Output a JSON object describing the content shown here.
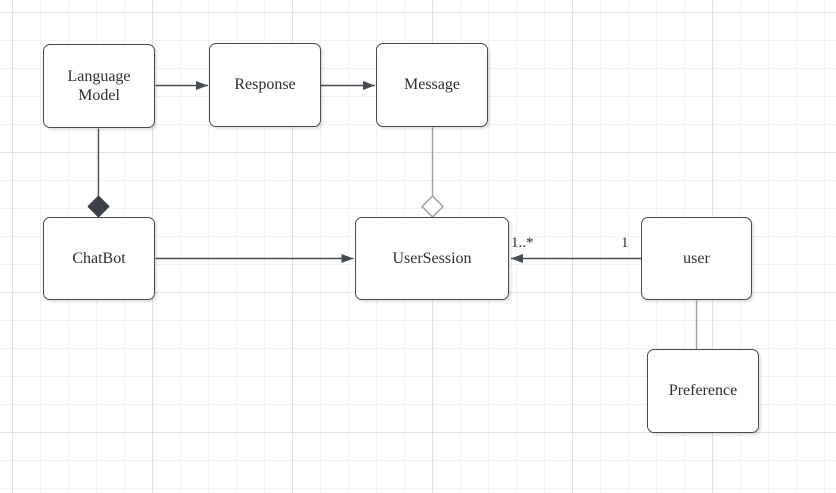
{
  "diagram": {
    "nodes": [
      {
        "id": "language-model",
        "label": "Language Model"
      },
      {
        "id": "response",
        "label": "Response"
      },
      {
        "id": "message",
        "label": "Message"
      },
      {
        "id": "chatbot",
        "label": "ChatBot"
      },
      {
        "id": "user-session",
        "label": "UserSession"
      },
      {
        "id": "user",
        "label": "user"
      },
      {
        "id": "preference",
        "label": "Preference"
      }
    ],
    "edges": [
      {
        "from": "language-model",
        "to": "response",
        "type": "arrow"
      },
      {
        "from": "response",
        "to": "message",
        "type": "arrow"
      },
      {
        "from": "language-model",
        "to": "chatbot",
        "type": "composition-filled-diamond"
      },
      {
        "from": "message",
        "to": "user-session",
        "type": "aggregation-hollow-diamond"
      },
      {
        "from": "chatbot",
        "to": "user-session",
        "type": "arrow"
      },
      {
        "from": "user",
        "to": "user-session",
        "type": "arrow",
        "multiplicity_target": "1..*",
        "multiplicity_source": "1"
      },
      {
        "from": "user",
        "to": "preference",
        "type": "plain-line"
      }
    ],
    "colors": {
      "canvas_background": "#ffffff",
      "grid_minor": "#f2f2f2",
      "grid_major": "#e2e2e2",
      "node_fill": "#ffffff",
      "node_border": "#464c52",
      "edge_dark": "#464c52",
      "edge_gray": "#9ba0a5",
      "composition_diamond_fill": "#3a4046",
      "text": "#2b2f33"
    }
  }
}
